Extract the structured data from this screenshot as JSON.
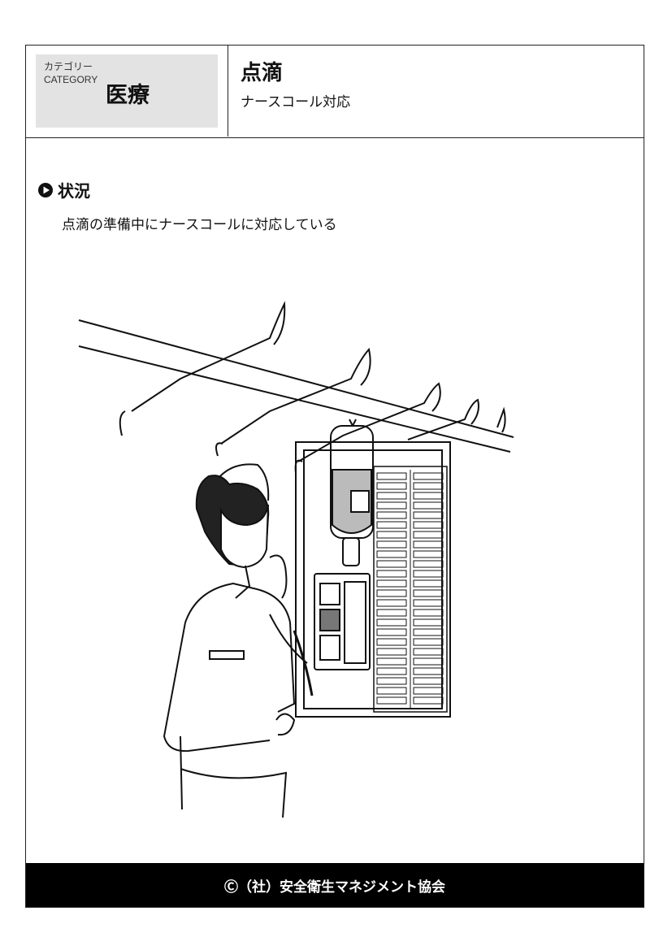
{
  "header": {
    "category_label_ja": "カテゴリー",
    "category_label_en": "CATEGORY",
    "category_value": "医療",
    "title": "点滴",
    "subtitle": "ナースコール対応"
  },
  "section": {
    "icon": "play-circle-icon",
    "title": "状況",
    "body": "点滴の準備中にナースコールに対応している"
  },
  "footer": {
    "copyright": "Ⓒ（社）安全衛生マネジメント協会"
  }
}
